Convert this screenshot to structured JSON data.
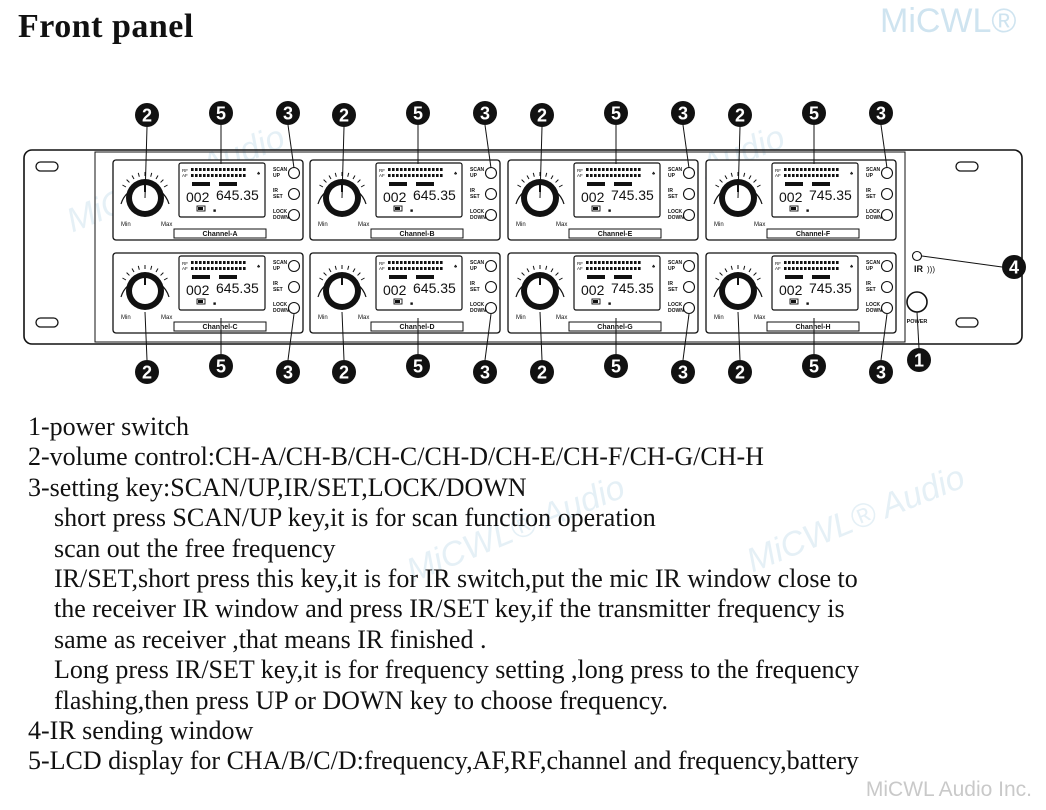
{
  "title": "Front panel",
  "brand_top": "MiCWL®",
  "brand_bottom": "MiCWL Audio Inc.",
  "watermark": "MiCWL® Audio",
  "colors": {
    "line": "#111111",
    "watermark": "#cfe4f0"
  },
  "channels": [
    {
      "label": "Channel-A",
      "ch": "002",
      "freq": "645.35"
    },
    {
      "label": "Channel-B",
      "ch": "002",
      "freq": "645.35"
    },
    {
      "label": "Channel-E",
      "ch": "002",
      "freq": "745.35"
    },
    {
      "label": "Channel-F",
      "ch": "002",
      "freq": "745.35"
    },
    {
      "label": "Channel-C",
      "ch": "002",
      "freq": "645.35"
    },
    {
      "label": "Channel-D",
      "ch": "002",
      "freq": "645.35"
    },
    {
      "label": "Channel-G",
      "ch": "002",
      "freq": "745.35"
    },
    {
      "label": "Channel-H",
      "ch": "002",
      "freq": "745.35"
    }
  ],
  "knob_labels": {
    "min": "Min",
    "max": "Max"
  },
  "keys": {
    "scan": "SCAN",
    "up": "UP",
    "ir": "IR",
    "set": "SET",
    "lock": "LOCK",
    "down": "DOWN"
  },
  "lcd": {
    "rf": "RF",
    "af": "AF"
  },
  "ir_label": "IR",
  "power_label": "POWER",
  "callouts": {
    "power": "1",
    "volume": "2",
    "keys": "3",
    "ir": "4",
    "lcd": "5"
  },
  "description": [
    "1-power switch",
    "2-volume control:CH-A/CH-B/CH-C/CH-D/CH-E/CH-F/CH-G/CH-H",
    "3-setting key:SCAN/UP,IR/SET,LOCK/DOWN",
    "short press SCAN/UP key,it is for scan function operation",
    "scan out the free frequency",
    "IR/SET,short press this key,it is for IR switch,put the mic IR window close to",
    "the receiver IR window and press IR/SET key,if the transmitter frequency is",
    "same as receiver ,that means IR finished .",
    "Long press IR/SET key,it is for frequency setting ,long press to the frequency",
    "flashing,then press UP or DOWN key to choose frequency.",
    "4-IR sending window",
    "5-LCD display for CHA/B/C/D:frequency,AF,RF,channel and frequency,battery"
  ]
}
